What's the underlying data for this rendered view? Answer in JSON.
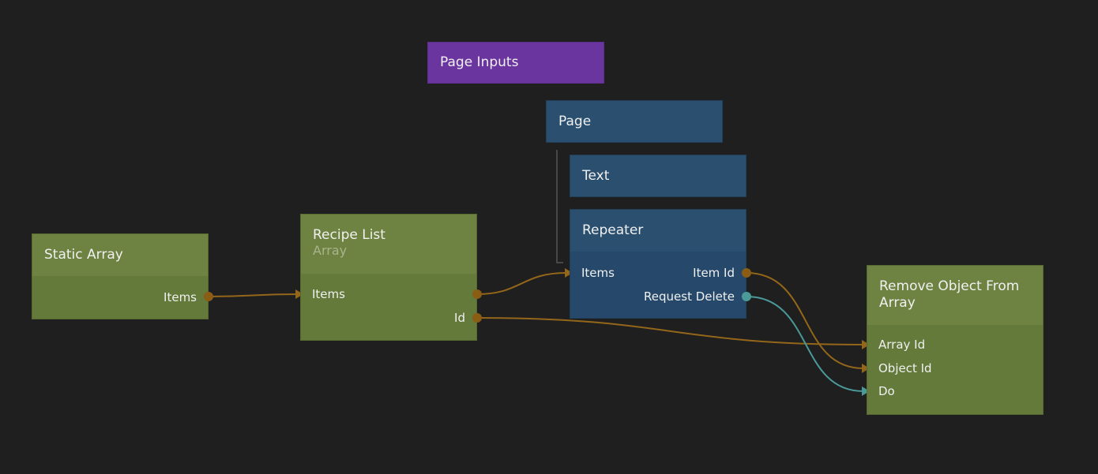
{
  "nodes": {
    "page_inputs": {
      "title": "Page Inputs"
    },
    "page": {
      "title": "Page"
    },
    "text": {
      "title": "Text"
    },
    "repeater": {
      "title": "Repeater",
      "inputs": [
        "Items"
      ],
      "outputs": [
        "Item Id",
        "Request Delete"
      ]
    },
    "static_array": {
      "title": "Static Array",
      "outputs": [
        "Items"
      ]
    },
    "recipe_list": {
      "title": "Recipe List",
      "subtitle": "Array",
      "inputs": [
        "Items"
      ],
      "outputs": [
        "Id"
      ]
    },
    "remove_object": {
      "title": "Remove Object From Array",
      "inputs": [
        "Array Id",
        "Object Id",
        "Do"
      ]
    }
  },
  "colors": {
    "background": "#1f1f1f",
    "data_node": "#6e8342",
    "visual_node": "#2a4f6f",
    "component_node": "#6b35a0",
    "data_wire": "#93661a",
    "signal_wire": "#4a9a9a"
  }
}
